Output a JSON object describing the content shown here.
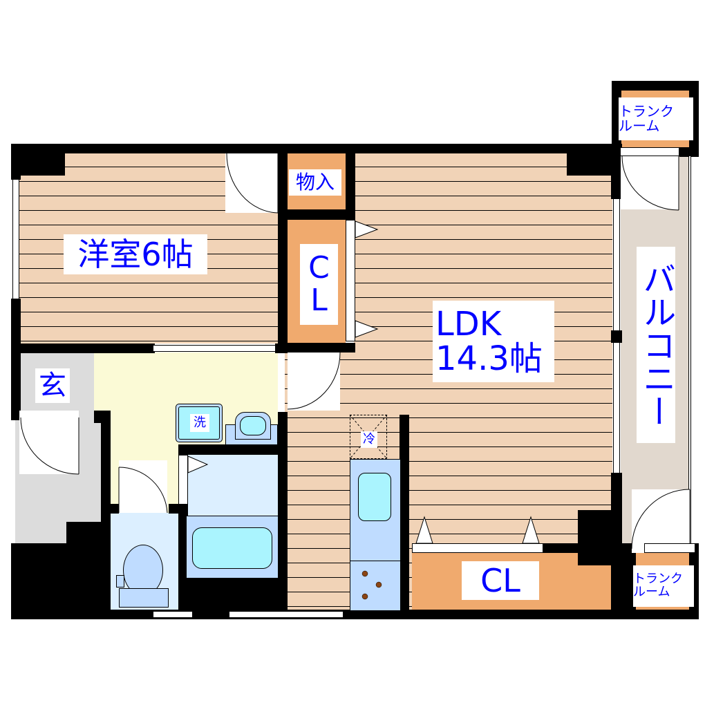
{
  "rooms": {
    "western_room": {
      "label": "洋室6帖"
    },
    "storage": {
      "label": "物入"
    },
    "closet_vertical": {
      "label_line1": "C",
      "label_line2": "L"
    },
    "ldk": {
      "label_line1": "LDK",
      "label_line2": "14.3帖"
    },
    "balcony": {
      "label": "バルコニー"
    },
    "entrance": {
      "label": "玄"
    },
    "washer": {
      "label": "洗"
    },
    "fridge": {
      "label": "冷"
    },
    "closet_bottom": {
      "label": "CL"
    },
    "trunk_room_top": {
      "label_line1": "トランク",
      "label_line2": "ルーム"
    },
    "trunk_room_bottom": {
      "label_line1": "トランク",
      "label_line2": "ルーム"
    }
  },
  "colors": {
    "floor": "#f1d3b7",
    "closet": "#f0aa6e",
    "balcony": "#e1d8ce",
    "entrance": "#dcdcdc",
    "hallway": "#fbfad6",
    "wet_area": "#dcefff",
    "fixture": "#bfdcff",
    "label_text": "#0000ff"
  }
}
